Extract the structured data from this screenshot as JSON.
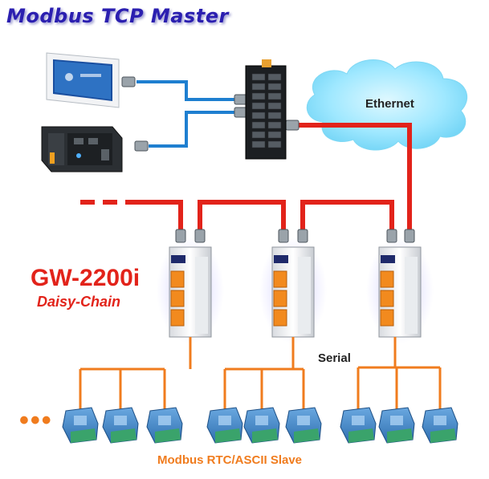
{
  "title": "Modbus TCP Master",
  "cloud_label": "Ethernet",
  "gateway": {
    "model": "GW-2200i",
    "topology": "Daisy-Chain"
  },
  "serial_label": "Serial",
  "slave_label": "Modbus RTC/ASCII Slave",
  "more_indicator": "•••",
  "colors": {
    "title": "#2b1fb0",
    "ethernet_link": "#e2231a",
    "master_link": "#1e7fd0",
    "serial_link": "#f07c1e",
    "cloud": "#8fe4ff",
    "gateway_label": "#e2231a",
    "slave_label": "#f07c1e"
  },
  "icons": [
    "touch-panel-icon",
    "plc-controller-icon",
    "ethernet-switch-icon",
    "gateway-device-icon",
    "rtu-module-icon",
    "cloud-icon"
  ]
}
